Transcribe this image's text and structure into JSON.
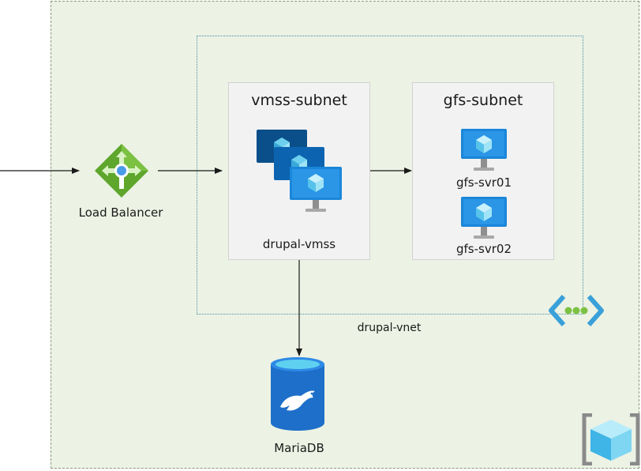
{
  "load_balancer": {
    "label": "Load Balancer"
  },
  "vmss_subnet": {
    "title": "vmss-subnet",
    "vmss_label": "drupal-vmss"
  },
  "gfs_subnet": {
    "title": "gfs-subnet",
    "servers": [
      "gfs-svr01",
      "gfs-svr02"
    ]
  },
  "vnet": {
    "label": "drupal-vnet"
  },
  "database": {
    "label": "MariaDB"
  },
  "colors": {
    "resource_group_fill": "#ecf2e4",
    "vnet_border": "#4a90a8",
    "subnet_fill": "#f2f2f2",
    "vm_blue": "#0078d4",
    "lb_green": "#5ea62c",
    "db_blue": "#1e6fc9"
  }
}
